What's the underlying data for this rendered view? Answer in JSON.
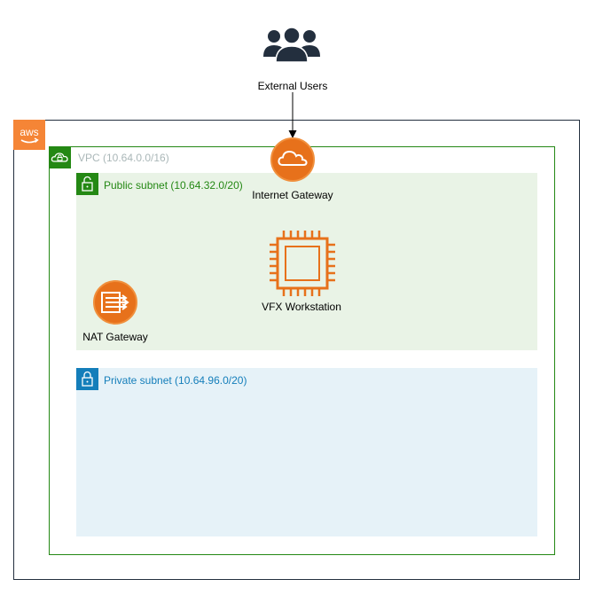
{
  "users": {
    "label": "External Users",
    "icon": "users-icon"
  },
  "aws": {
    "logo_text": "aws",
    "brand_color": "#f58536"
  },
  "vpc": {
    "label": "VPC (10.64.0.0/16)",
    "color": "#248814"
  },
  "internet_gateway": {
    "label": "Internet Gateway",
    "icon": "cloud-icon",
    "color": "#e7711b"
  },
  "public_subnet": {
    "label": "Public subnet (10.64.32.0/20)",
    "color": "#248814",
    "background": "#e9f3e6"
  },
  "private_subnet": {
    "label": "Private subnet (10.64.96.0/20)",
    "color": "#147eba",
    "background": "#e6f2f8"
  },
  "workstation": {
    "label": "VFX Workstation",
    "icon": "ec2-instance-icon",
    "color": "#e7711b"
  },
  "nat_gateway": {
    "label": "NAT Gateway",
    "icon": "nat-gateway-icon",
    "color": "#e7711b"
  }
}
